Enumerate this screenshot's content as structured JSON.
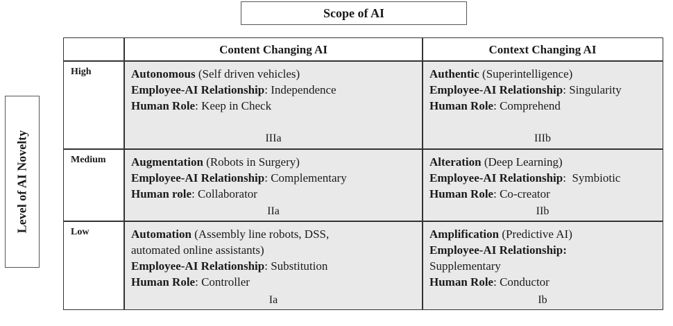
{
  "scope_title": "Scope of AI",
  "novelty_title": "Level of AI Novelty",
  "columns": [
    "Content Changing AI",
    "Context Changing AI"
  ],
  "rows": [
    {
      "level": "High",
      "cells": [
        {
          "name_bold": "Autonomous",
          "name_rest": " (Self driven vehicles)",
          "rel_label": "Employee-AI Relationship",
          "rel_value": ": Independence",
          "role_label": "Human Role",
          "role_value": ": Keep in Check",
          "code": "IIIa"
        },
        {
          "name_bold": "Authentic",
          "name_rest": " (Superintelligence)",
          "rel_label": "Employee-AI Relationship",
          "rel_value": ": Singularity",
          "role_label": "Human Role",
          "role_value": ": Comprehend",
          "code": "IIIb"
        }
      ]
    },
    {
      "level": "Medium",
      "cells": [
        {
          "name_bold": "Augmentation",
          "name_rest": " (Robots in Surgery)",
          "rel_label": "Employee-AI Relationship",
          "rel_value": ": Complementary",
          "role_label": "Human role",
          "role_value": ": Collaborator",
          "code": "IIa"
        },
        {
          "name_bold": "Alteration",
          "name_rest": " (Deep Learning)",
          "rel_label": "Employee-AI Relationship",
          "rel_value": ":  Symbiotic",
          "role_label": "Human Role",
          "role_value": ": Co-creator",
          "code": "IIb"
        }
      ]
    },
    {
      "level": "Low",
      "cells": [
        {
          "name_bold": "Automation",
          "name_rest": " (Assembly line robots, DSS,",
          "name_rest2": "automated online assistants)",
          "rel_label": "Employee-AI Relationship",
          "rel_value": ": Substitution",
          "role_label": "Human Role",
          "role_value": ": Controller",
          "code": "Ia"
        },
        {
          "name_bold": "Amplification",
          "name_rest": " (Predictive AI)",
          "rel_label": "Employee-AI Relationship:",
          "rel_value2": "Supplementary",
          "role_label": "Human Role",
          "role_value": ": Conductor",
          "code": "Ib"
        }
      ]
    }
  ]
}
